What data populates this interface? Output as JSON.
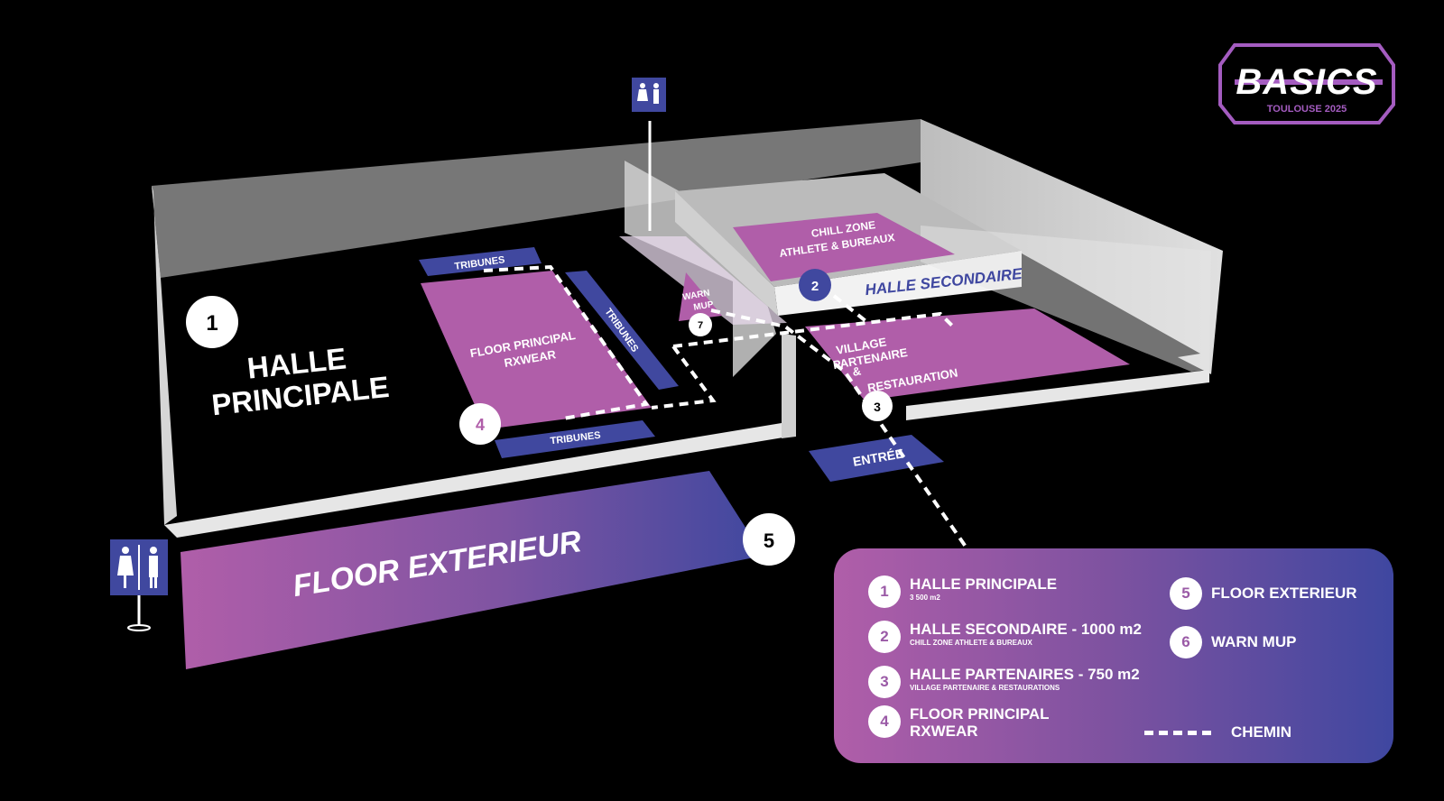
{
  "brand": {
    "logo_text": "BASICS",
    "logo_subtitle": "TOULOUSE 2025"
  },
  "map": {
    "main_hall_title_line1": "HALLE",
    "main_hall_title_line2": "PRINCIPALE",
    "main_floor_line1": "FLOOR PRINCIPAL",
    "main_floor_line2": "RXWEAR",
    "tribunes": "TRIBUNES",
    "chill_zone_line1": "CHILL ZONE",
    "chill_zone_line2": "ATHLETE & BUREAUX",
    "secondary_hall": "HALLE SECONDAIRE",
    "village_line1": "VILLAGE",
    "village_line2": "PARTENAIRE",
    "village_line3": "&",
    "village_line4": "RESTAURATION",
    "warmup_line1": "WARN",
    "warmup_line2": "MUP",
    "entrance": "ENTRÉE",
    "outdoor_floor": "FLOOR EXTERIEUR",
    "markers": [
      "1",
      "2",
      "3",
      "4",
      "5",
      "7"
    ]
  },
  "legend": {
    "items": [
      {
        "num": "1",
        "title": "HALLE PRINCIPALE",
        "sub": "3 500 m2"
      },
      {
        "num": "2",
        "title": "HALLE SECONDAIRE - 1000 m2",
        "sub": "CHILL ZONE ATHLETE & BUREAUX"
      },
      {
        "num": "3",
        "title": "HALLE PARTENAIRES - 750 m2",
        "sub": "VILLAGE PARTENAIRE & RESTAURATIONS"
      },
      {
        "num": "4",
        "title": "FLOOR PRINCIPAL",
        "title2": "RXWEAR"
      },
      {
        "num": "5",
        "title": "FLOOR EXTERIEUR"
      },
      {
        "num": "6",
        "title": "WARN MUP"
      }
    ],
    "path_label": "CHEMIN"
  },
  "colors": {
    "purple": "#b05ea9",
    "blue": "#3f47a0",
    "wall": "#7a7a7a",
    "floor": "#000000"
  }
}
